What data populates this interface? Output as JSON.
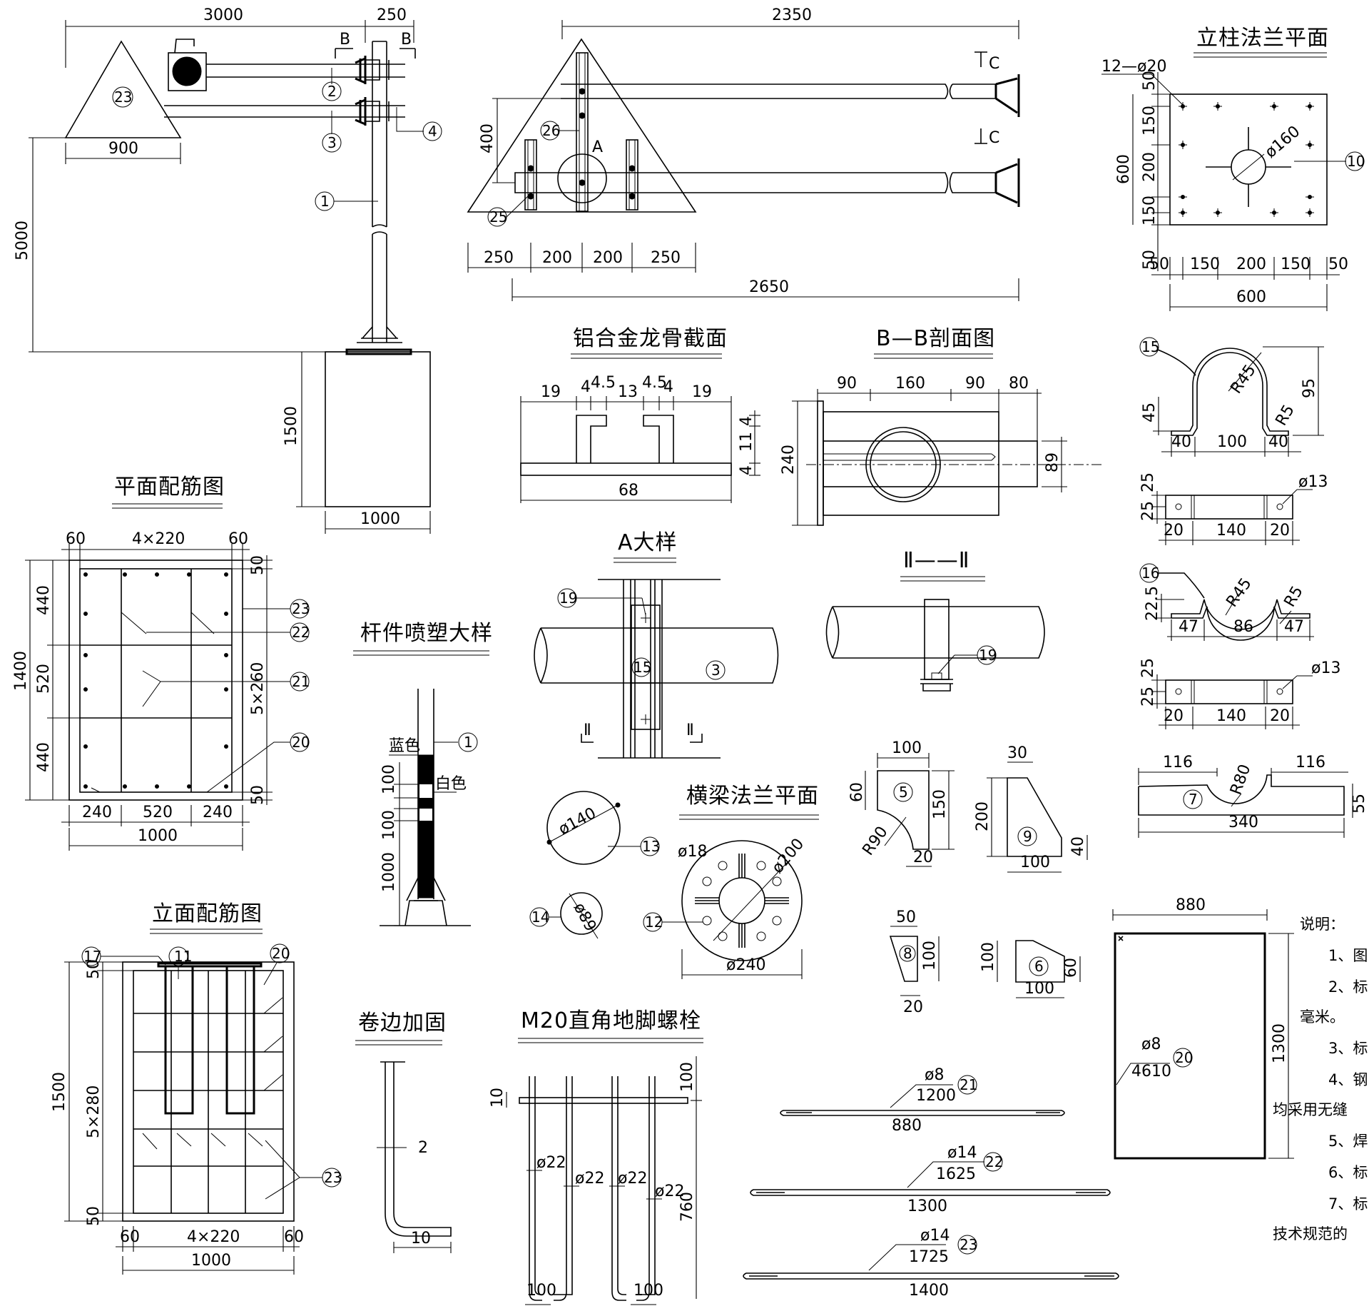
{
  "titles": {
    "column_flange_plan": "立柱法兰平面",
    "keel_section": "铝合金龙骨截面",
    "section_bb": "B—B剖面图",
    "plan_rebar": "平面配筋图",
    "detail_a": "A大样",
    "section_ii": "Ⅱ——Ⅱ",
    "spray_detail": "杆件喷塑大样",
    "beam_flange_plan": "横梁法兰平面",
    "elevation_rebar": "立面配筋图",
    "curl_edge": "卷边加固",
    "anchor_bolt": "M20直角地脚螺栓"
  },
  "elevation": {
    "dims": {
      "arm_length": "3000",
      "gap": "250",
      "sign_width": "900",
      "height": "5000",
      "foundation_height": "1500",
      "foundation_width": "1000"
    },
    "section_marks": [
      "B",
      "B"
    ],
    "balloons": [
      "23",
      "2",
      "3",
      "4",
      "1"
    ]
  },
  "sign_back": {
    "dims": {
      "top": "2350",
      "height": "400",
      "d1": "250",
      "d2": "200",
      "d3": "200",
      "d4": "250",
      "bottom": "2650"
    },
    "marks": [
      "C",
      "C",
      "A"
    ],
    "balloons": [
      "26",
      "25"
    ]
  },
  "flange_plan": {
    "bolts": "12—ø20",
    "diameter": "ø160",
    "vdims": [
      "50",
      "150",
      "200",
      "150",
      "50",
      "600"
    ],
    "hdims": [
      "50",
      "150",
      "200",
      "150",
      "50",
      "600"
    ],
    "balloon": "10"
  },
  "keel": {
    "dims": [
      "19",
      "4",
      "4.5",
      "13",
      "4.5",
      "4",
      "19"
    ],
    "width": "68",
    "vdims": [
      "4",
      "11",
      "4"
    ]
  },
  "bb": {
    "dims": [
      "90",
      "160",
      "90",
      "80"
    ],
    "height": "240",
    "depth": "89"
  },
  "part15": {
    "r": "R45",
    "r5": "R5",
    "d": [
      "45",
      "95",
      "40",
      "100",
      "40"
    ],
    "plate": [
      "25",
      "25",
      "20",
      "140",
      "20"
    ],
    "hole": "ø13",
    "balloon": "15"
  },
  "part16": {
    "r": "R45",
    "r5": "R5",
    "d": [
      "22.5",
      "47",
      "86",
      "47"
    ],
    "plate": [
      "25",
      "25",
      "20",
      "140",
      "20"
    ],
    "hole": "ø13",
    "balloon": "16"
  },
  "part7": {
    "d": [
      "116",
      "116",
      "340",
      "55"
    ],
    "r": "R80",
    "balloon": "7"
  },
  "plan_rebar": {
    "top": [
      "60",
      "4×220",
      "60"
    ],
    "left": [
      "1400",
      "440",
      "520",
      "440"
    ],
    "right": [
      "50",
      "5×260",
      "50"
    ],
    "bottom": [
      "240",
      "520",
      "240",
      "1000"
    ],
    "balloons": [
      "23",
      "22",
      "21",
      "20"
    ]
  },
  "spray": {
    "blue": "蓝色",
    "white": "白色",
    "dims": [
      "100",
      "100",
      "1000"
    ],
    "balloon": "1"
  },
  "detail_a": {
    "balloons": [
      "19",
      "15",
      "3"
    ],
    "marks": [
      "Ⅱ",
      "Ⅱ"
    ]
  },
  "section_ii": {
    "balloon": "19"
  },
  "circles": {
    "c13": "ø140",
    "b13": "13",
    "c14": "ø89",
    "b14": "14"
  },
  "beam_flange": {
    "hole": "ø18",
    "d1": "ø200",
    "d2": "ø240",
    "balloon": "12"
  },
  "ribs": {
    "p5": {
      "d": [
        "100",
        "60",
        "150",
        "R90",
        "20"
      ],
      "b": "5"
    },
    "p9": {
      "d": [
        "30",
        "200",
        "100",
        "40"
      ],
      "b": "9"
    },
    "p8": {
      "d": [
        "50",
        "100",
        "20"
      ],
      "b": "8"
    },
    "p6": {
      "d": [
        "100",
        "60",
        "100"
      ],
      "b": "6"
    }
  },
  "elev_rebar": {
    "left": [
      "50",
      "1500",
      "5×280",
      "50"
    ],
    "bottom": [
      "60",
      "4×220",
      "60",
      "1000"
    ],
    "balloons": [
      "17",
      "11",
      "20",
      "23"
    ]
  },
  "curl": {
    "d": [
      "2",
      "10"
    ]
  },
  "bolt": {
    "d": [
      "10",
      "100",
      "760",
      "ø22",
      "ø22",
      "ø22",
      "ø22",
      "100",
      "100"
    ]
  },
  "bars": [
    {
      "dia": "ø8",
      "len": "1200",
      "span": "880",
      "b": "21"
    },
    {
      "dia": "ø14",
      "len": "1625",
      "span": "1300",
      "b": "22"
    },
    {
      "dia": "ø14",
      "len": "1725",
      "span": "1400",
      "b": "23"
    }
  ],
  "stirrup": {
    "w": "880",
    "h": "1300",
    "dia": "ø8",
    "len": "4610",
    "b": "20"
  },
  "notes": {
    "title": "说明：",
    "lines": [
      "1、图",
      "2、标",
      "毫米。",
      "3、标",
      "4、钢",
      "均采用无缝",
      "5、焊",
      "6、标",
      "7、标",
      "技术规范的"
    ]
  }
}
